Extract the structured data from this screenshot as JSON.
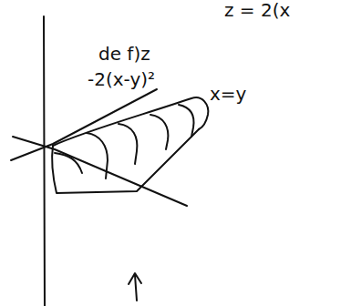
{
  "diagram": {
    "labels": [
      "z = 2(x",
      "de f)z",
      "-2(x-y)²",
      "x=y"
    ]
  }
}
